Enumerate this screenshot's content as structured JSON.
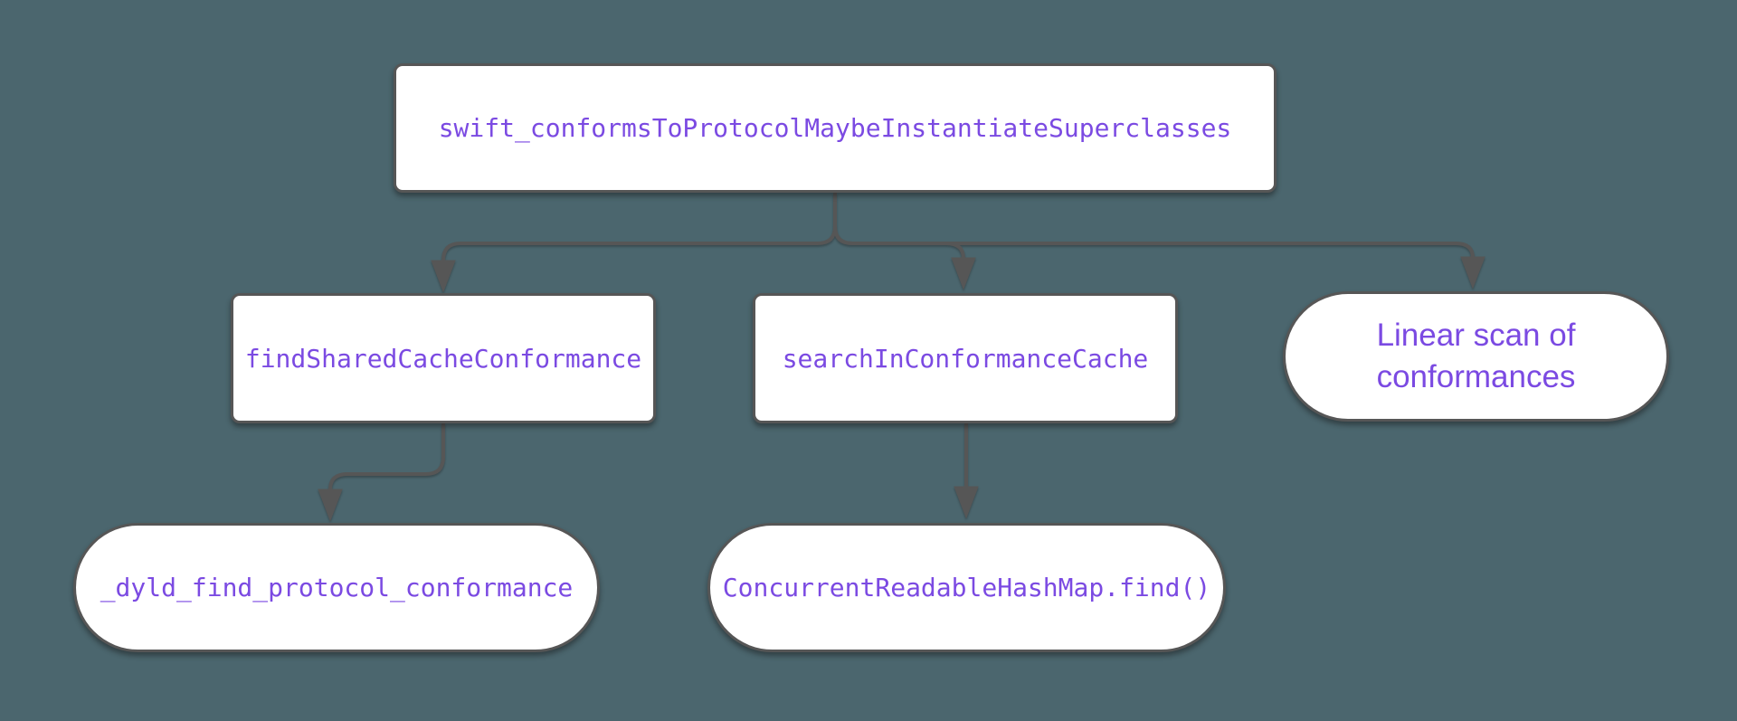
{
  "diagram": {
    "type": "flowchart",
    "direction": "top-down",
    "nodes": [
      {
        "id": "root",
        "shape": "rect",
        "font": "mono",
        "label": "swift_conformsToProtocolMaybeInstantiateSuperclasses"
      },
      {
        "id": "shared",
        "shape": "rect",
        "font": "mono",
        "label": "findSharedCacheConformance"
      },
      {
        "id": "search",
        "shape": "rect",
        "font": "mono",
        "label": "searchInConformanceCache"
      },
      {
        "id": "linear",
        "shape": "stadium",
        "font": "sans",
        "label": "Linear scan of conformances"
      },
      {
        "id": "dyld",
        "shape": "stadium",
        "font": "mono",
        "label": "_dyld_find_protocol_conformance"
      },
      {
        "id": "hashmap",
        "shape": "stadium",
        "font": "mono",
        "label": "ConcurrentReadableHashMap.find()"
      }
    ],
    "edges": [
      {
        "from": "root",
        "to": "shared"
      },
      {
        "from": "root",
        "to": "search"
      },
      {
        "from": "root",
        "to": "linear"
      },
      {
        "from": "shared",
        "to": "dyld"
      },
      {
        "from": "search",
        "to": "hashmap"
      }
    ],
    "colors": {
      "background": "#4b666e",
      "node_fill": "#ffffff",
      "node_border": "#565656",
      "edge": "#565656",
      "label_text": "#7b4ae2"
    }
  }
}
